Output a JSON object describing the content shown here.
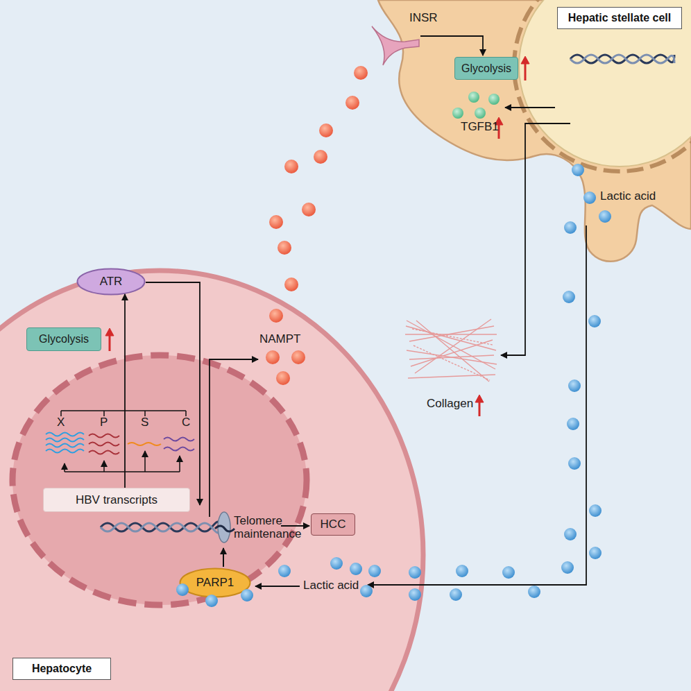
{
  "diagram": {
    "nodes": [
      {
        "text": [
          "Hepatic stellate cell"
        ]
      },
      {
        "text": [
          "Glycolysis"
        ],
        "in": 0
      },
      {
        "text": [
          "Hepatocyte"
        ]
      },
      {
        "text": [
          "ATR"
        ],
        "in": 2
      },
      {
        "text": [
          "Glycolysis"
        ],
        "in": 2
      },
      {
        "text": [
          "HBV transcripts"
        ],
        "in": 2
      },
      {
        "text": [
          "HCC"
        ],
        "in": 2
      },
      {
        "text": [
          "PARP1"
        ],
        "in": 2
      }
    ],
    "edges": [
      {
        "from": 5,
        "to": 3,
        "arrow": "to"
      }
    ],
    "labels": [
      "INSR",
      "TGFB1",
      "Lactic acid",
      "Collagen",
      "NAMPT",
      "X",
      "P",
      "S",
      "C",
      "Telomere maintenance",
      "Lactic acid"
    ]
  }
}
